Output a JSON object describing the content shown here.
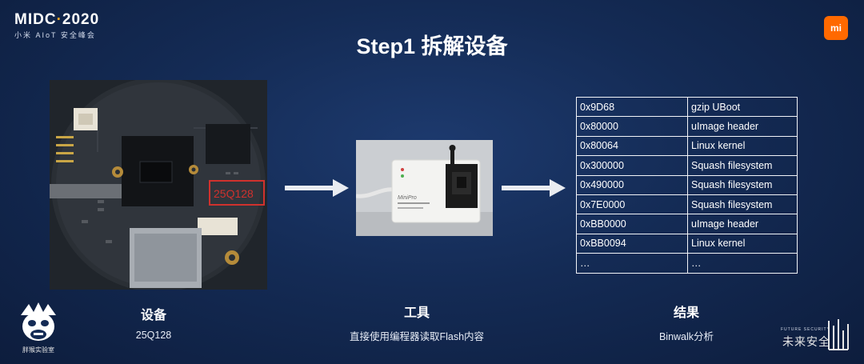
{
  "event": {
    "title_prefix": "MIDC",
    "title_dot": "·",
    "title_year": "2020",
    "subtitle": "小米 AIoT 安全峰会"
  },
  "brand": {
    "badge_text": "mi"
  },
  "slide": {
    "title": "Step1 拆解设备"
  },
  "device": {
    "chip_label": "25Q128",
    "section_label": "设备",
    "caption": "25Q128"
  },
  "tool": {
    "device_text_top": "MiniPro",
    "section_label": "工具",
    "caption": "直接使用编程器读取Flash内容"
  },
  "result": {
    "section_label": "结果",
    "caption": "Binwalk分析",
    "rows": [
      {
        "addr": "0x9D68",
        "desc": "gzip UBoot"
      },
      {
        "addr": "0x80000",
        "desc": "uImage header"
      },
      {
        "addr": "0x80064",
        "desc": "Linux kernel"
      },
      {
        "addr": "0x300000",
        "desc": "Squash filesystem"
      },
      {
        "addr": "0x490000",
        "desc": "Squash filesystem"
      },
      {
        "addr": "0x7E0000",
        "desc": "Squash filesystem"
      },
      {
        "addr": "0xBB0000",
        "desc": "uImage header"
      },
      {
        "addr": "0xBB0094",
        "desc": "Linux kernel"
      },
      {
        "addr": "…",
        "desc": "…"
      }
    ]
  },
  "footer": {
    "mascot_text": "胖猴实验室",
    "lab_text": "未来安全",
    "lab_tag": "FUTURE SECURITY"
  },
  "colors": {
    "accent_orange": "#ff6900",
    "chip_highlight": "#d0312d",
    "arrow": "#e9ecf1"
  }
}
